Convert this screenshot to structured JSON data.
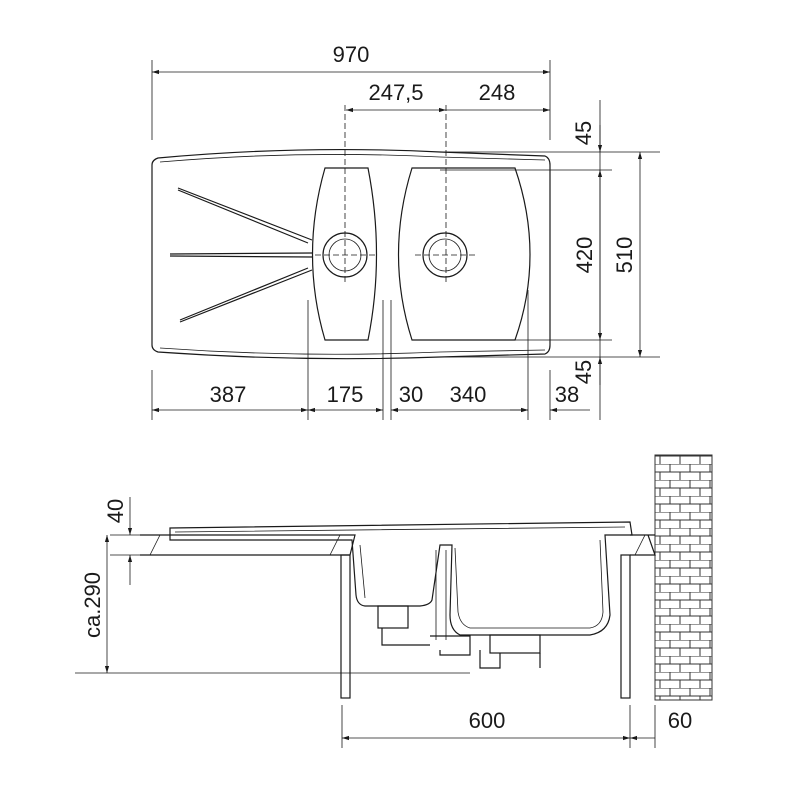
{
  "top_view": {
    "overall_width": "970",
    "drain_offset_left": "247,5",
    "drain_offset_right": "248",
    "edge_top": "45",
    "bowl_depth": "420",
    "overall_depth": "510",
    "edge_bottom": "45",
    "drainer_width": "387",
    "small_bowl_width": "175",
    "bowl_gap": "30",
    "large_bowl_width": "340",
    "right_edge": "38"
  },
  "side_view": {
    "rim_height": "40",
    "bowl_depth": "ca.290",
    "cabinet_width": "600",
    "wall_gap": "60"
  }
}
